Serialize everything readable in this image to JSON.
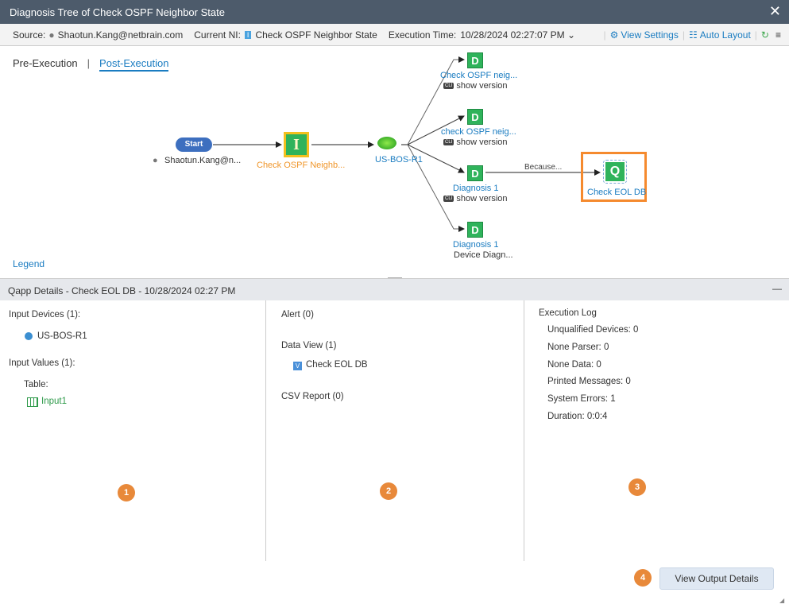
{
  "window": {
    "title": "Diagnosis Tree of Check OSPF Neighbor State",
    "close": "✕"
  },
  "toolbar": {
    "source_label": "Source:",
    "source_value": "Shaotun.Kang@netbrain.com",
    "ni_label": "Current NI:",
    "ni_icon": "I",
    "ni_value": "Check OSPF Neighbor State",
    "exec_label": "Execution Time:",
    "exec_value": "10/28/2024 02:27:07 PM",
    "view_settings": "View Settings",
    "auto_layout": "Auto Layout",
    "menu": "≡"
  },
  "tabs": {
    "pre": "Pre-Execution",
    "sep": "|",
    "post": "Post-Execution"
  },
  "tree": {
    "start": "Start",
    "start_user": "Shaotun.Kang@n...",
    "ni_node": {
      "icon": "I",
      "label": "Check OSPF Neighb..."
    },
    "device": "US-BOS-R1",
    "d_nodes": [
      {
        "icon": "D",
        "label": "Check OSPF neig...",
        "sub": "show version",
        "cli": true
      },
      {
        "icon": "D",
        "label": "check OSPF neig...",
        "sub": "show version",
        "cli": true
      },
      {
        "icon": "D",
        "label": "Diagnosis 1",
        "sub": "show version",
        "cli": true
      },
      {
        "icon": "D",
        "label": "Diagnosis 1",
        "sub": "Device Diagn...",
        "cli": false
      }
    ],
    "cli_tag": "CLI",
    "edge_label": "Because...",
    "q_node": {
      "icon": "Q",
      "label": "Check EOL DB"
    },
    "legend": "Legend"
  },
  "details": {
    "header": "Qapp Details - Check EOL DB - 10/28/2024 02:27 PM",
    "collapse": "—",
    "input_devices": "Input Devices (1):",
    "device": "US-BOS-R1",
    "input_values": "Input Values (1):",
    "table_label": "Table:",
    "input": "Input1",
    "alert": "Alert (0)",
    "data_view": "Data View (1)",
    "data_view_item": "Check EOL DB",
    "data_view_icon": "V",
    "csv": "CSV Report (0)",
    "log_title": "Execution Log",
    "log": [
      "Unqualified Devices: 0",
      "None Parser: 0",
      "None Data: 0",
      "Printed Messages: 0",
      "System Errors: 1",
      "Duration: 0:0:4"
    ],
    "badges": [
      "1",
      "2",
      "3",
      "4"
    ],
    "view_output": "View Output Details"
  }
}
